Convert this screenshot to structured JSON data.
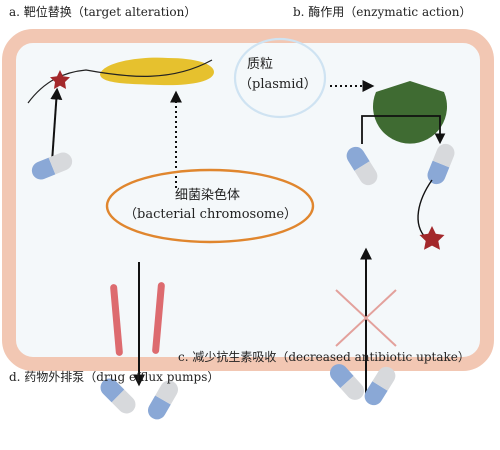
{
  "labels": {
    "target_alteration": "a. 靶位替换（target alteration）",
    "enzymatic_action": "b. 酶作用（enzymatic action）",
    "plasmid_cn": "质粒",
    "plasmid_en": "（plasmid）",
    "chromosome_cn": "细菌染色体",
    "chromosome_en": "（bacterial chromosome）",
    "decreased_uptake": "c. 减少抗生素吸收（decreased antibiotic uptake）",
    "efflux_pumps": "d. 药物外排泵（drug efflux pumps）"
  },
  "colors": {
    "cell_border": "#f2c7b3",
    "cell_fill": "#f4f8fa",
    "target_protein": "#e6c12e",
    "antibiotic_star": "#a3282b",
    "enzyme": "#3f6b32",
    "capsule_blue": "#8aa8d6",
    "capsule_grey": "#d7d9dc",
    "chromosome_ring": "#e0862e",
    "plasmid_ring": "#cfe3f2",
    "efflux_pump": "#dd6b6f",
    "blocked_cross": "#e3a19c"
  },
  "icons": [
    "star-icon",
    "capsule-icon",
    "enzyme-icon",
    "pump-icon",
    "cross-icon"
  ]
}
